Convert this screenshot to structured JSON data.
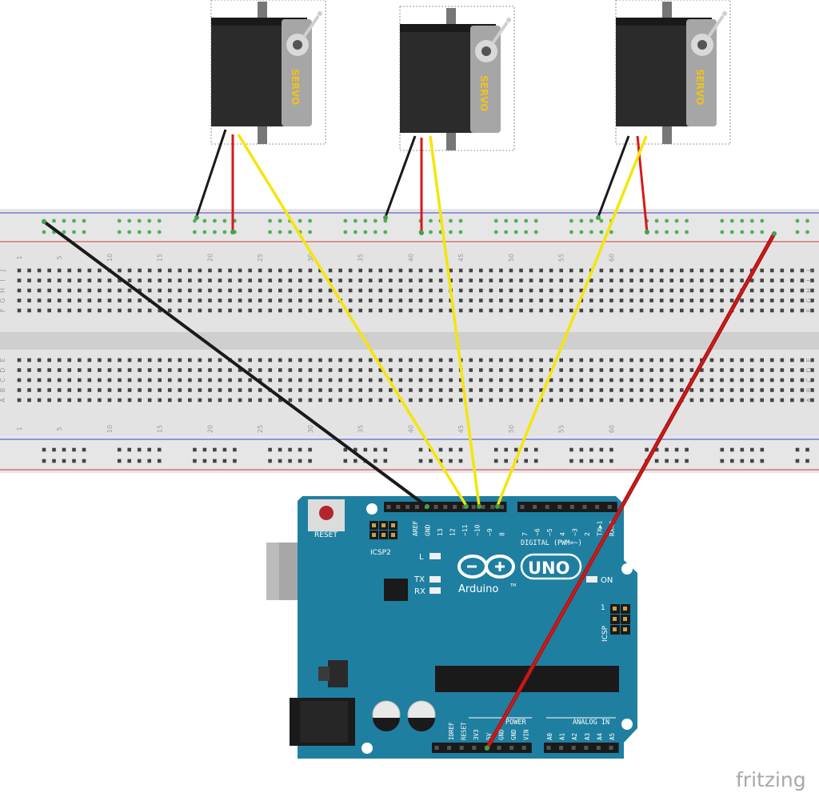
{
  "servos": [
    {
      "label": "SERVO"
    },
    {
      "label": "SERVO"
    },
    {
      "label": "SERVO"
    }
  ],
  "breadboard": {
    "column_numbers": [
      "1",
      "5",
      "10",
      "15",
      "20",
      "25",
      "30",
      "35",
      "40",
      "45",
      "50",
      "55",
      "60"
    ],
    "row_letters_top": [
      "J",
      "I",
      "H",
      "G",
      "F"
    ],
    "row_letters_bottom": [
      "E",
      "D",
      "C",
      "B",
      "A"
    ]
  },
  "arduino": {
    "reset_label": "RESET",
    "icsp2_label": "ICSP2",
    "icsp_label": "ICSP",
    "icsp_pin1": "1",
    "l_label": "L",
    "tx_label": "TX",
    "rx_label": "RX",
    "on_label": "ON",
    "uno_label": "UNO",
    "brand": "Arduino",
    "tm": "TM",
    "digital_label": "DIGITAL (PWM=~)",
    "power_label": "POWER",
    "analog_label": "ANALOG IN",
    "digital_pins_left": [
      "AREF",
      "GND",
      "13",
      "12",
      "~11",
      "~10",
      "~9",
      "8"
    ],
    "digital_pins_right": [
      "7",
      "~6",
      "~5",
      "4",
      "~3",
      "2",
      "TX▶1",
      "RX◀0"
    ],
    "power_pins": [
      "IOREF",
      "RESET",
      "3V3",
      "5V",
      "GND",
      "GND",
      "VIN"
    ],
    "analog_pins": [
      "A0",
      "A1",
      "A2",
      "A3",
      "A4",
      "A5"
    ]
  },
  "wire_colors": {
    "ground": "#1a1a1a",
    "power": "#d61a1a",
    "signal": "#f5e50a",
    "power_long": "#a81414"
  },
  "watermark": "fritzing"
}
